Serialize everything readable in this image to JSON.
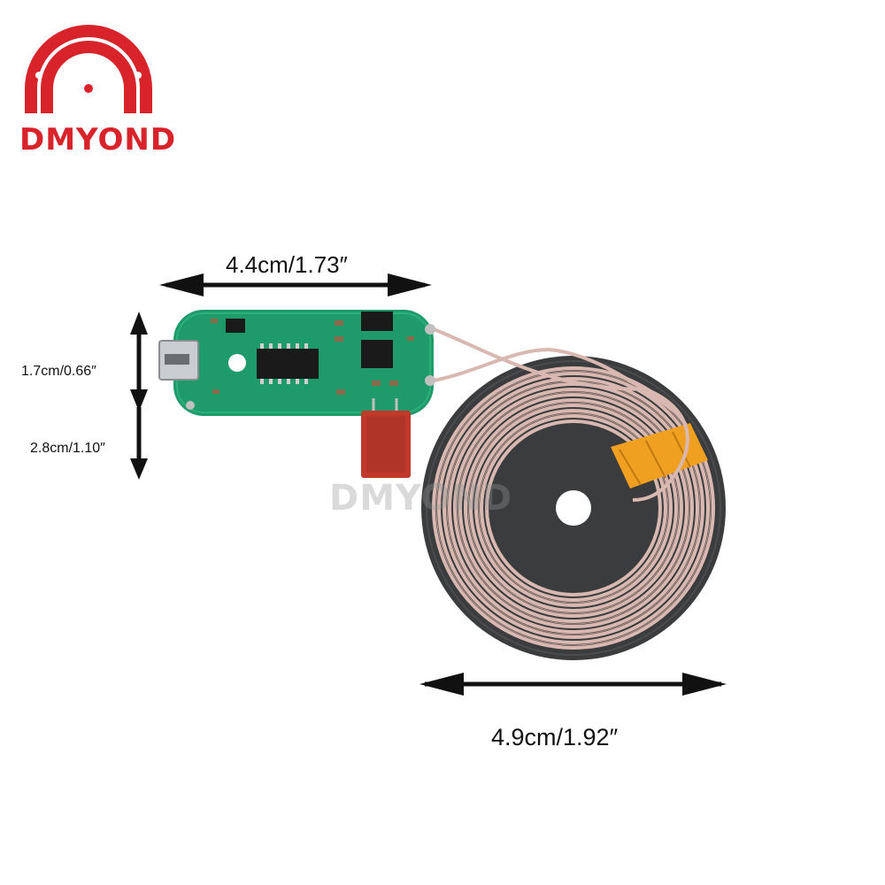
{
  "logo": {
    "brand": "DMYOND",
    "color": "#d9232a"
  },
  "watermark": {
    "text": "DMYOND"
  },
  "dimensions": {
    "board_width": "4.4cm/1.73″",
    "board_height": "1.7cm/0.66″",
    "capacitor_height": "2.8cm/1.10″",
    "coil_diameter": "4.9cm/1.92″"
  },
  "colors": {
    "pcb": "#1f9a6a",
    "coil_disc": "#3a3c3e",
    "coil_wire": "#d8b8b0",
    "capacitor": "#c0392b",
    "tape": "#f0a020"
  }
}
